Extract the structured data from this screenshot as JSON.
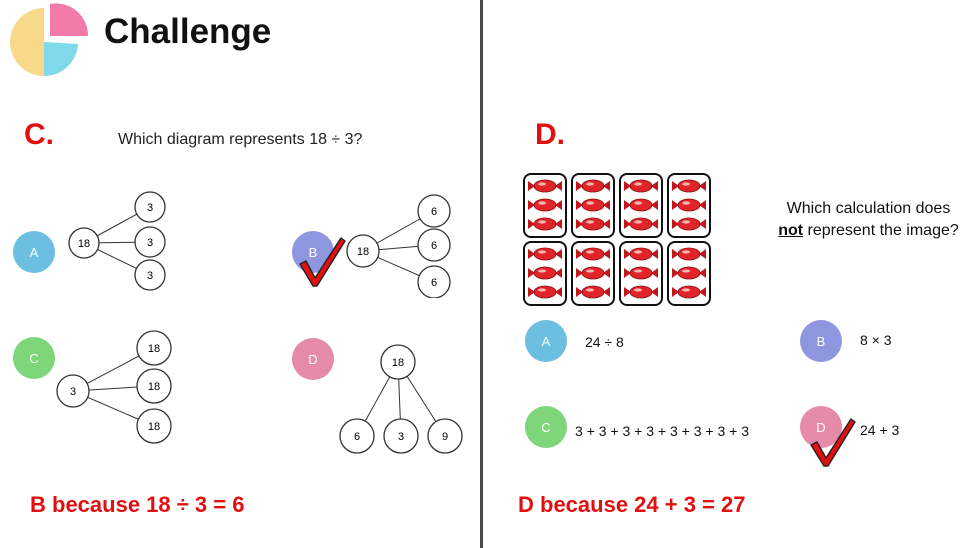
{
  "header": {
    "title": "Challenge"
  },
  "left": {
    "label": "C.",
    "question": "Which diagram represents 18 ÷ 3?",
    "options": {
      "A": {
        "letter": "A",
        "hub": "18",
        "leaves": [
          "3",
          "3",
          "3"
        ]
      },
      "B": {
        "letter": "B",
        "hub": "18",
        "leaves": [
          "6",
          "6",
          "6"
        ]
      },
      "C": {
        "letter": "C",
        "hub": "3",
        "leaves": [
          "18",
          "18",
          "18"
        ]
      },
      "D": {
        "letter": "D",
        "hub": "18",
        "leaves": [
          "6",
          "3",
          "9"
        ]
      }
    },
    "answer": "B because 18 ÷ 3 = 6"
  },
  "right": {
    "label": "D.",
    "question_part1": "Which calculation does",
    "question_emphasis": "not",
    "question_part2": " represent the image?",
    "options": {
      "A": {
        "letter": "A",
        "text": "24 ÷ 8"
      },
      "B": {
        "letter": "B",
        "text": "8 × 3"
      },
      "C": {
        "letter": "C",
        "text": "3 + 3 + 3 + 3 + 3 + 3 + 3 + 3"
      },
      "D": {
        "letter": "D",
        "text": "24 + 3"
      }
    },
    "answer": "D because 24 + 3 = 27"
  },
  "colors": {
    "accent_red": "#e01010",
    "badge_blue": "#6cbfe0",
    "badge_purple": "#8f96e0",
    "badge_green": "#7ed57a",
    "badge_pink": "#e68aa9"
  },
  "icons": [
    "pie-chart-logo-icon",
    "checkmark-icon",
    "sweet-icon"
  ]
}
